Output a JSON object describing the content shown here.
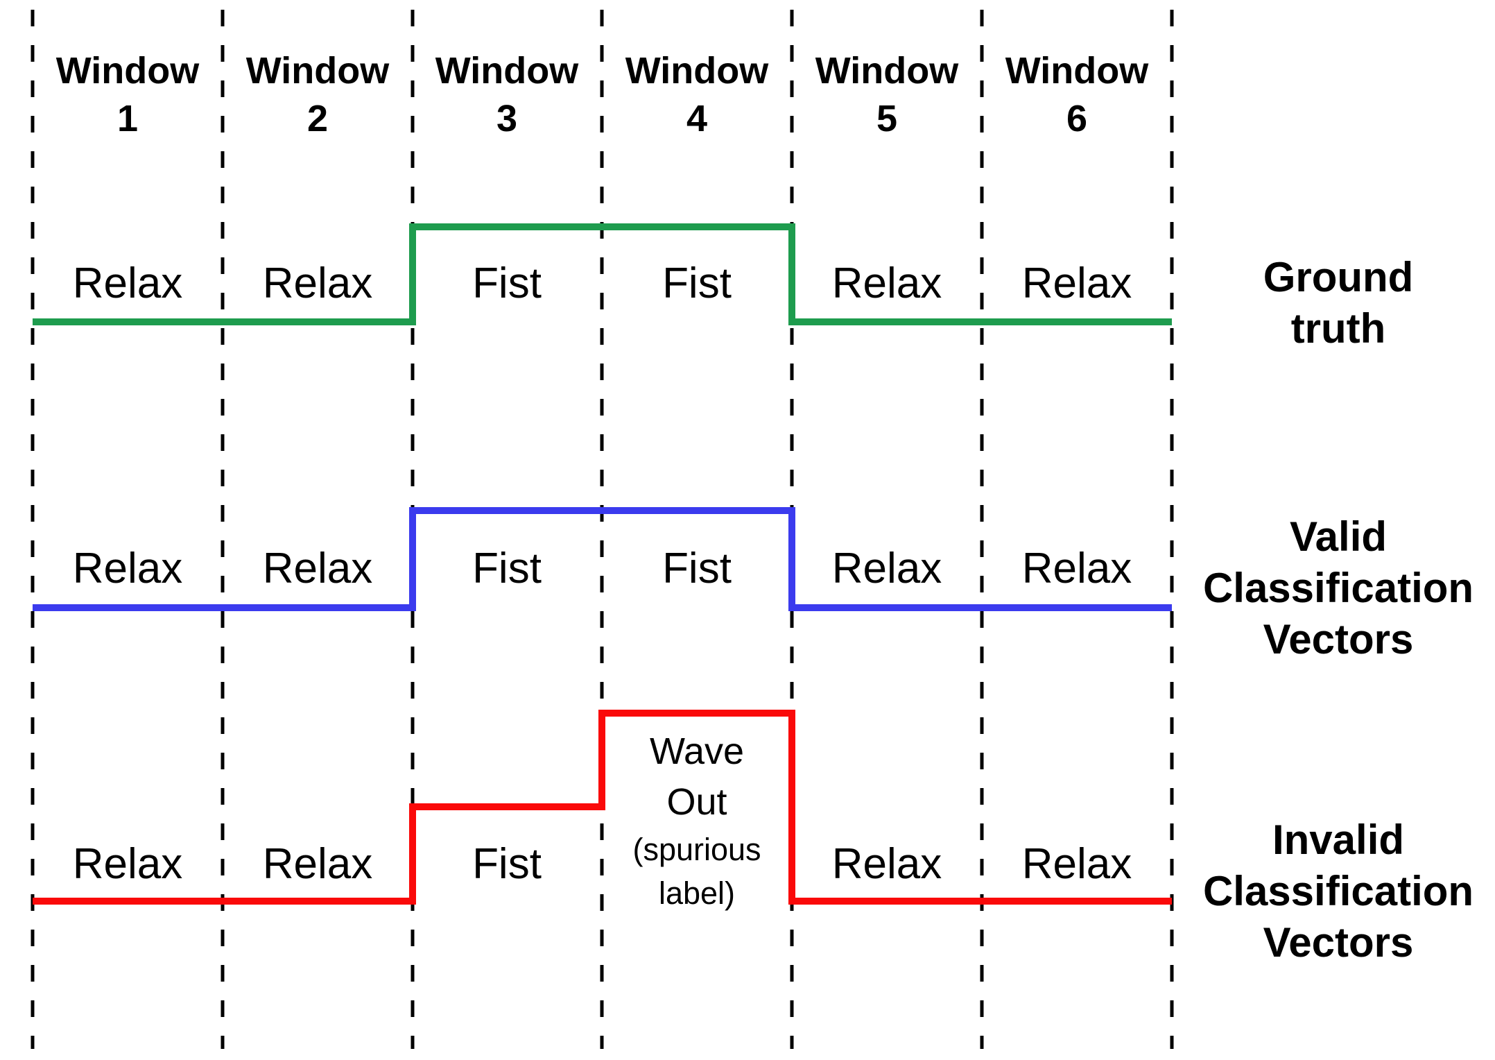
{
  "figure": {
    "background": "#FFFFFF",
    "text_color": "#000000",
    "grid_line_color": "#000000",
    "header": {
      "word": "Window",
      "numbers": [
        "1",
        "2",
        "3",
        "4",
        "5",
        "6"
      ]
    },
    "rows": [
      {
        "id": "ground-truth",
        "color": "#1E9C4E",
        "caption_lines": [
          "Ground",
          "truth"
        ],
        "labels": [
          "Relax",
          "Relax",
          "Fist",
          "Fist",
          "Relax",
          "Relax"
        ],
        "levels": [
          "low",
          "low",
          "high",
          "high",
          "low",
          "low"
        ]
      },
      {
        "id": "valid-classification-vectors",
        "color": "#3B3BEE",
        "caption_lines": [
          "Valid",
          "Classification",
          "Vectors"
        ],
        "labels": [
          "Relax",
          "Relax",
          "Fist",
          "Fist",
          "Relax",
          "Relax"
        ],
        "levels": [
          "low",
          "low",
          "high",
          "high",
          "low",
          "low"
        ]
      },
      {
        "id": "invalid-classification-vectors",
        "color": "#FA0A0A",
        "caption_lines": [
          "Invalid",
          "Classification",
          "Vectors"
        ],
        "labels": [
          "Relax",
          "Relax",
          "Fist",
          "Wave Out",
          "Relax",
          "Relax"
        ],
        "levels": [
          "low",
          "low",
          "mid",
          "high",
          "low",
          "low"
        ],
        "wave_out": {
          "lines": [
            "Wave",
            "Out"
          ],
          "note_lines": [
            "(spurious",
            "label)"
          ]
        }
      }
    ]
  }
}
